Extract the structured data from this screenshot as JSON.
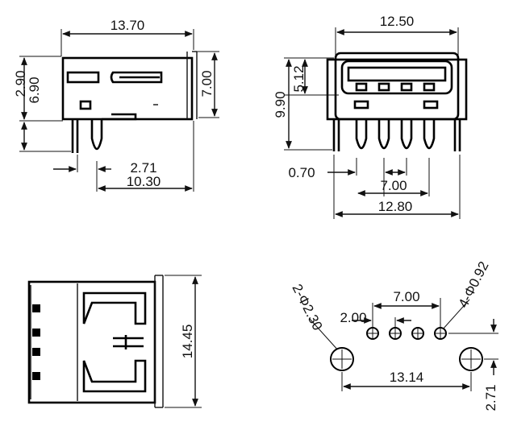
{
  "side_view": {
    "overall_length": "13.70",
    "height_top": "2.90",
    "height_total": "6.90",
    "height_right": "7.00",
    "pin_offset": "2.71",
    "pin_span": "10.30"
  },
  "front_view": {
    "width_top": "12.50",
    "height_upper": "5.12",
    "height_total": "9.90",
    "pin_width": "0.70",
    "pin_pitch_total": "7.00",
    "width_bottom": "12.80"
  },
  "top_view": {
    "depth": "14.45"
  },
  "pcb_layout": {
    "mount_holes": "2-Φ2.30",
    "pin_holes": "4-Φ0.92",
    "pin_span": "7.00",
    "pin_pitch": "2.00",
    "hole_spacing": "13.14",
    "row_offset": "2.71"
  }
}
